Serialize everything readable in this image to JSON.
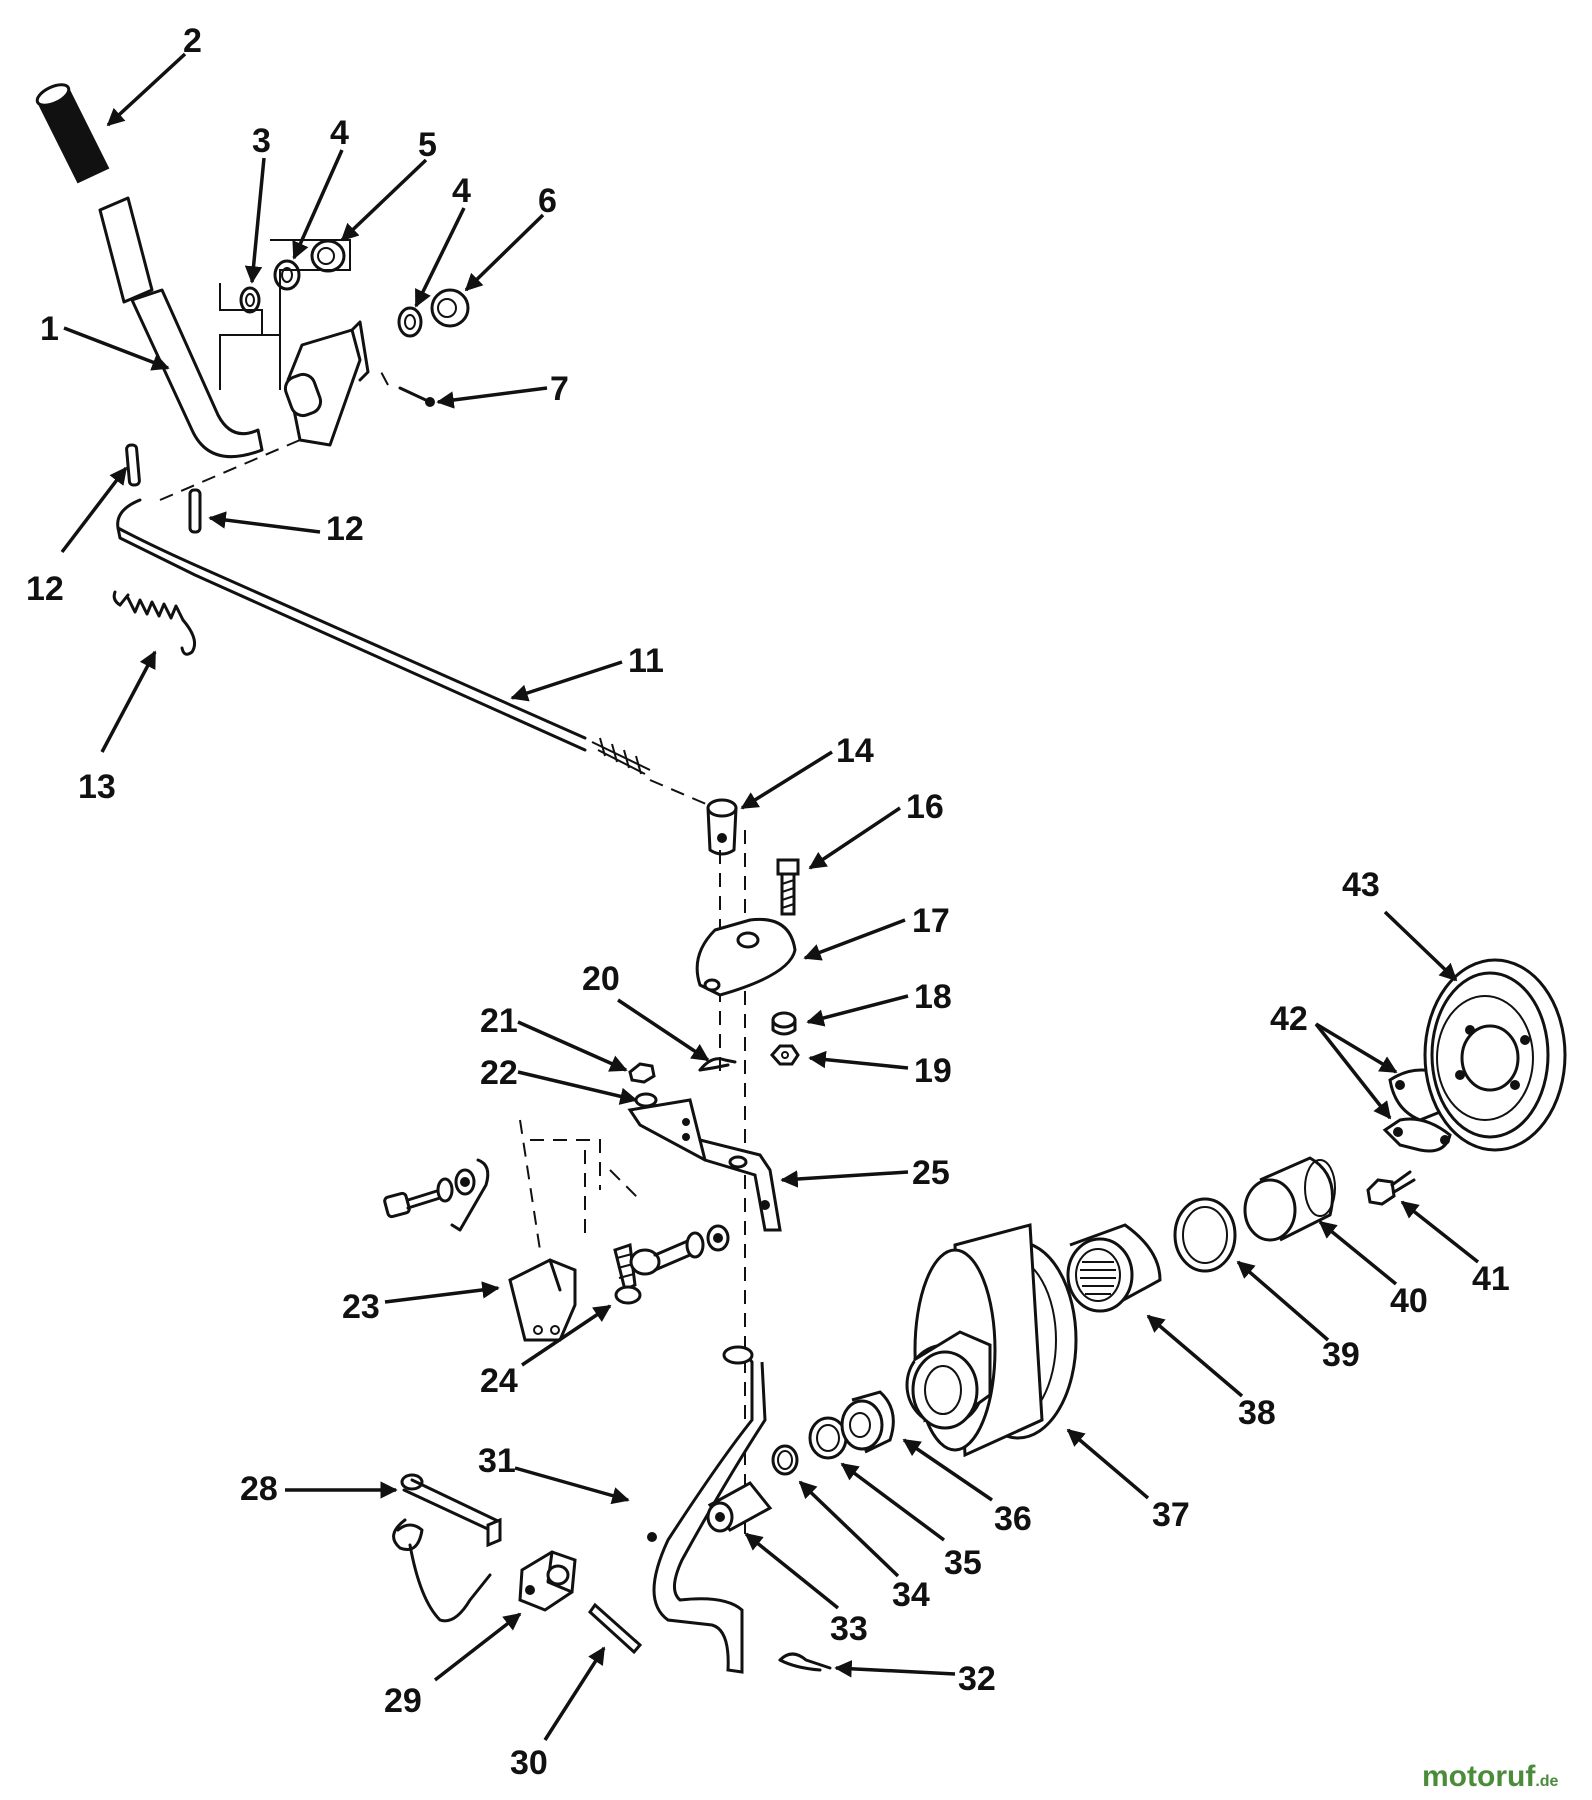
{
  "diagram": {
    "callouts": [
      "1",
      "2",
      "3",
      "4",
      "5",
      "4",
      "6",
      "7",
      "12",
      "12",
      "13",
      "11",
      "14",
      "16",
      "17",
      "20",
      "18",
      "21",
      "19",
      "22",
      "43",
      "42",
      "25",
      "41",
      "40",
      "23",
      "39",
      "24",
      "38",
      "37",
      "36",
      "31",
      "28",
      "35",
      "34",
      "33",
      "32",
      "29",
      "30"
    ]
  },
  "watermark": {
    "brand": "motoruf",
    "suffix": ".de"
  }
}
